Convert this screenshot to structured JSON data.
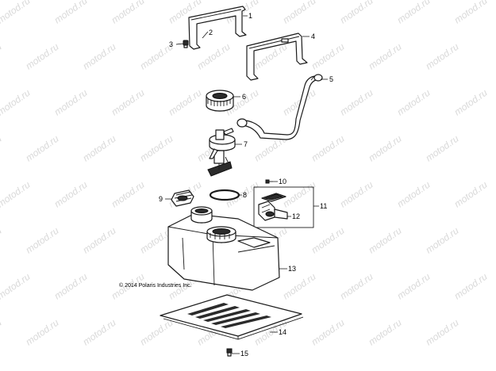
{
  "watermark": {
    "text": "motod.ru",
    "color": "#d9d9d9"
  },
  "copyright": "© 2014 Polaris Industries Inc.",
  "callouts": [
    "1",
    "2",
    "3",
    "4",
    "5",
    "6",
    "7",
    "8",
    "9",
    "10",
    "11",
    "12",
    "13",
    "14",
    "15"
  ],
  "colors": {
    "line": "#1a1a1a",
    "fill": "#ffffff",
    "dark": "#2b2b2b"
  }
}
